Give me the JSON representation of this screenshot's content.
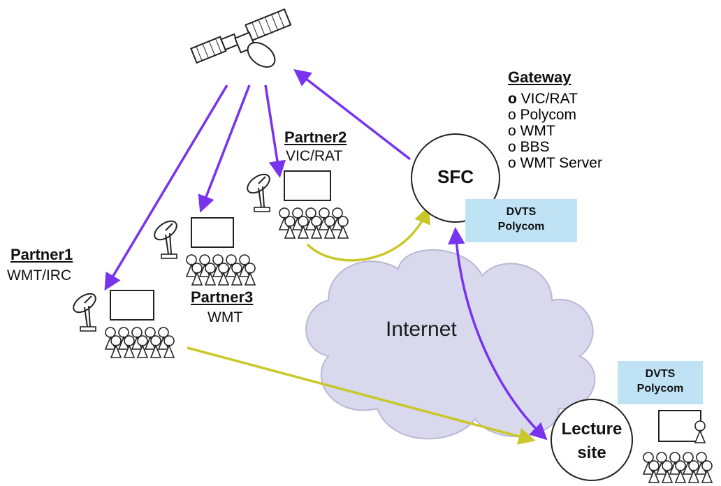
{
  "gateway": {
    "title": "Gateway",
    "items": [
      {
        "bullet": "o",
        "text": "VIC/RAT",
        "bold_bullet": true
      },
      {
        "bullet": "o",
        "text": "Polycom",
        "bold_bullet": false
      },
      {
        "bullet": "o",
        "text": "WMT",
        "bold_bullet": false
      },
      {
        "bullet": "o",
        "text": "BBS",
        "bold_bullet": false
      },
      {
        "bullet": "o",
        "text": "WMT Server",
        "bold_bullet": false
      }
    ]
  },
  "partners": [
    {
      "name": "Partner1",
      "tools": "WMT/IRC"
    },
    {
      "name": "Partner2",
      "tools": "VIC/RAT"
    },
    {
      "name": "Partner3",
      "tools": "WMT"
    }
  ],
  "sfc": {
    "label": "SFC",
    "box_line1": "DVTS",
    "box_line2": "Polycom"
  },
  "lecture": {
    "line1": "Lecture",
    "line2": "site",
    "box_line1": "DVTS",
    "box_line2": "Polycom"
  },
  "cloud": {
    "label": "Internet"
  },
  "colors": {
    "satellite_link": "#7733ee",
    "internet_link": "#c8c82a",
    "cloud_fill": "#d9d9ee",
    "box_fill": "#bfe3f4"
  }
}
